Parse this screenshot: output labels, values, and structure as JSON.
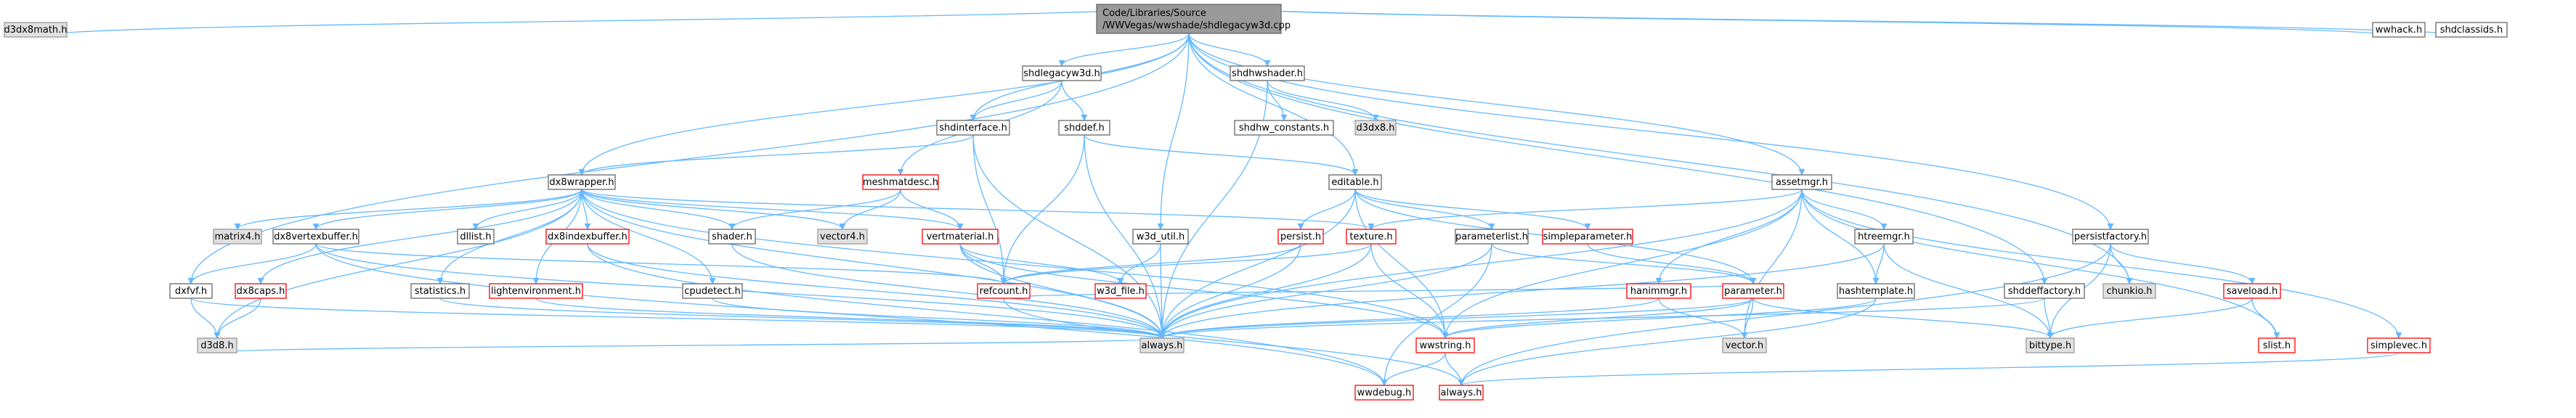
{
  "colors": {
    "edge": "#63b8ff",
    "root_fill": "#999999",
    "plain_border": "#666666",
    "red_border": "#ff0000",
    "gray_fill": "#e0e0e0"
  },
  "nodes": {
    "root": "Code/Libraries/Source/WWVegas/wwshade/shdlegacyw3d.cpp",
    "d3dx8math": "d3dx8math.h",
    "shdlegacyw3d_h": "shdlegacyw3d.h",
    "shdhwshader": "shdhwshader.h",
    "wwhack": "wwhack.h",
    "shdclassids": "shdclassids.h",
    "shdinterface": "shdinterface.h",
    "shdhw_constants": "shdhw_constants.h",
    "d3dx8": "d3dx8.h",
    "shddef": "shddef.h",
    "meshmatdesc": "meshmatdesc.h",
    "dx8wrapper": "dx8wrapper.h",
    "editable": "editable.h",
    "assetmgr": "assetmgr.h",
    "persistfactory": "persistfactory.h",
    "matrix4": "matrix4.h",
    "dx8vertexbuffer": "dx8vertexbuffer.h",
    "dllist": "dllist.h",
    "dx8indexbuffer": "dx8indexbuffer.h",
    "shader": "shader.h",
    "vector4": "vector4.h",
    "vertmaterial": "vertmaterial.h",
    "w3d_util": "w3d_util.h",
    "persist": "persist.h",
    "texture": "texture.h",
    "parameterlist": "parameterlist.h",
    "simpleparameter": "simpleparameter.h",
    "htreemgr": "htreemgr.h",
    "dxfvf": "dxfvf.h",
    "dx8caps": "dx8caps.h",
    "statistics": "statistics.h",
    "lightenvironment": "lightenvironment.h",
    "cpudetect": "cpudetect.h",
    "refcount": "refcount.h",
    "w3d_file": "w3d_file.h",
    "hanimmgr": "hanimmgr.h",
    "parameter": "parameter.h",
    "hashtemplate": "hashtemplate.h",
    "shddeffactory": "shddeffactory.h",
    "chunkio": "chunkio.h",
    "saveload": "saveload.h",
    "simplevec": "simplevec.h",
    "d3d8": "d3d8.h",
    "always_gray": "always.h",
    "vector": "vector.h",
    "bittype": "bittype.h",
    "slist": "slist.h",
    "wwstring": "wwstring.h",
    "wwdebug": "wwdebug.h",
    "always_red": "always.h"
  }
}
